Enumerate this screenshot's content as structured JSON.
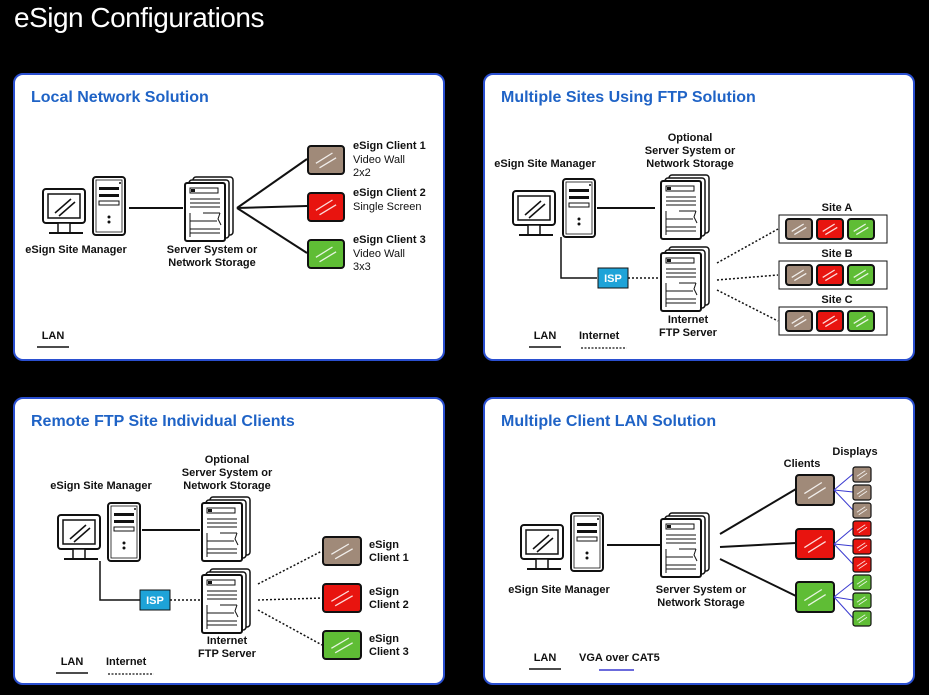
{
  "title": "eSign Configurations",
  "colors": {
    "accent_title": "#1f63c6",
    "card_border": "#2a4fd0",
    "client1": "#a08a79",
    "client2": "#e8140f",
    "client3": "#5fbd35",
    "isp": "#1ea3d8",
    "vga_line": "#3a3ad0"
  },
  "panels": [
    {
      "title": "Local Network Solution",
      "site_manager": "eSign Site Manager",
      "server": [
        "Server System or",
        "Network Storage"
      ],
      "clients": [
        {
          "name": "eSign Client 1",
          "lines": [
            "Video Wall",
            "2x2"
          ]
        },
        {
          "name": "eSign Client 2",
          "lines": [
            "Single Screen"
          ]
        },
        {
          "name": "eSign Client 3",
          "lines": [
            "Video Wall",
            "3x3"
          ]
        }
      ],
      "legend": [
        "LAN"
      ]
    },
    {
      "title": "Multiple Sites Using FTP Solution",
      "site_manager": "eSign Site Manager",
      "optional_server": [
        "Optional",
        "Server System or",
        "Network Storage"
      ],
      "isp": "ISP",
      "ftp_server": [
        "Internet",
        "FTP Server"
      ],
      "sites": [
        "Site A",
        "Site B",
        "Site C"
      ],
      "legend": [
        "LAN",
        "Internet"
      ]
    },
    {
      "title": "Remote FTP Site Individual Clients",
      "site_manager": "eSign Site Manager",
      "optional_server": [
        "Optional",
        "Server System or",
        "Network Storage"
      ],
      "isp": "ISP",
      "ftp_server": [
        "Internet",
        "FTP Server"
      ],
      "clients": [
        {
          "lines": [
            "eSign",
            "Client 1"
          ]
        },
        {
          "lines": [
            "eSign",
            "Client 2"
          ]
        },
        {
          "lines": [
            "eSign",
            "Client 3"
          ]
        }
      ],
      "legend": [
        "LAN",
        "Internet"
      ]
    },
    {
      "title": "Multiple Client LAN Solution",
      "site_manager": "eSign Site Manager",
      "server": [
        "Server System or",
        "Network Storage"
      ],
      "clients_label": "Clients",
      "displays_label": "Displays",
      "legend": [
        "LAN",
        "VGA over CAT5"
      ]
    }
  ]
}
